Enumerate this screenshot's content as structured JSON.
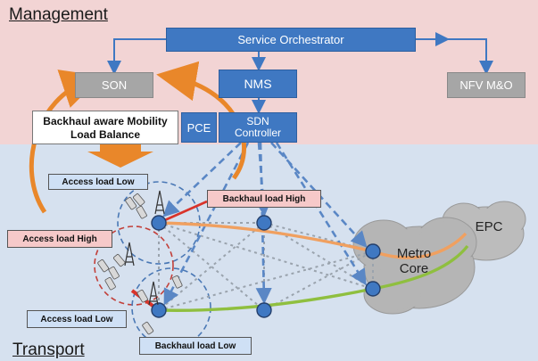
{
  "zones": {
    "management": "Management",
    "transport": "Transport"
  },
  "nodes": {
    "service_orchestrator": "Service Orchestrator",
    "son": "SON",
    "nms": "NMS",
    "pce": "PCE",
    "sdn_controller": "SDN Controller",
    "nfv_mano": "NFV M&O"
  },
  "callouts": {
    "mlb": "Backhaul aware Mobility Load Balance",
    "access_low_top": "Access load Low",
    "backhaul_high": "Backhaul load High",
    "access_high": "Access load High",
    "access_low_bottom": "Access load Low",
    "backhaul_low": "Backhaul load Low"
  },
  "clouds": {
    "metro_core": "Metro Core",
    "epc": "EPC"
  },
  "colors": {
    "management_bg": "#f2d4d4",
    "transport_bg": "#d6e1ef",
    "node_blue": "#3f78c2",
    "node_grey": "#a6a6a6",
    "arrow_orange": "#e9872a",
    "path_green": "#8fbf3f",
    "link_red": "#d9342b"
  }
}
